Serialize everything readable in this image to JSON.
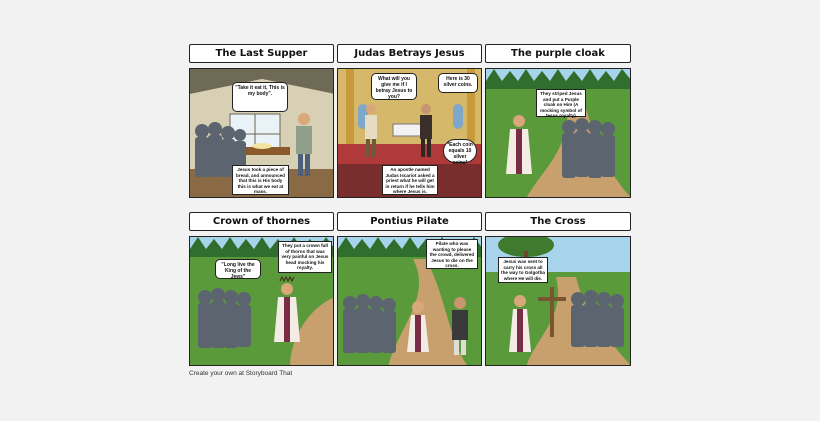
{
  "panels": [
    {
      "title": "The Last Supper",
      "bubble": "\"Take it eat it, This is my body\".",
      "caption": "Jesus took a piece of bread, and announced that this is His body this is what we eat at mass."
    },
    {
      "title": "Judas Betrays Jesus",
      "bubble": "What will you give me if I betray Jesus to you?",
      "bubble2": "Here is 30 silver coins.",
      "bubble3": "*Each coin equals 10 silver coins*",
      "caption": "An apostle named Judas Iscariot asked a priest what he will get in return if he tells him where Jesus is."
    },
    {
      "title": "The purple cloak",
      "caption": "They striped Jesus and put a Purple cloak on Him (A mocking symbol of Jesus royalty)."
    },
    {
      "title": "Crown of thornes",
      "bubble": "\"Long live the King of the Jews\"",
      "caption": "They put a crown full of thorns that was very painful on Jesus head mocking his royalty."
    },
    {
      "title": "Pontius Pilate",
      "caption": "Pilate who was wanting to please the crowd, delivered Jesus to die on the cross."
    },
    {
      "title": "The Cross",
      "caption": "Jesus was sent to carry his cross all the way to Golgotha where He will die."
    }
  ],
  "footer": "Create your own at Storyboard That",
  "colors": {
    "sky": "#9fd0e8",
    "grass": "#4f8c36",
    "path": "#c49a6c",
    "crowd": "#555e6b",
    "robe": "#7a2c45"
  }
}
